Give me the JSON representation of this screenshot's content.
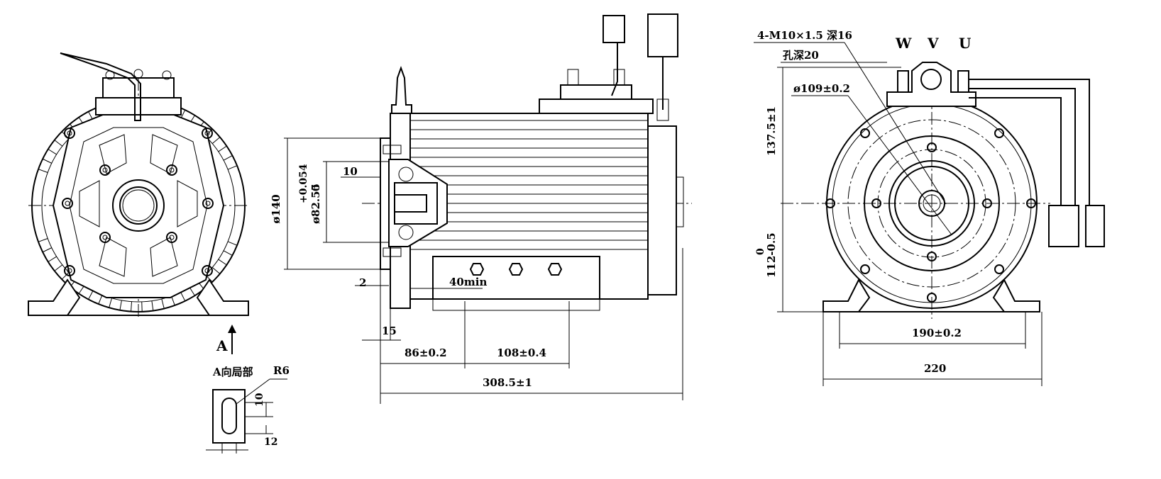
{
  "phase_labels": {
    "w": "W",
    "v": "V",
    "u": "U"
  },
  "view_label": "A",
  "partial_view_label": "A向局部",
  "dimensions": {
    "mount_holes": "4-M10×1.5 深16",
    "hole_depth": "孔深20",
    "bolt_circle": "ø109±0.2",
    "center_height_upper": "137.5±1",
    "center_height_lower_nominal": "112-0.5",
    "center_height_lower_upper_tol": "0",
    "foot_hole_spacing": "190±0.2",
    "foot_width": "220",
    "flange_dia": "ø140",
    "pilot_dia": "ø82.55",
    "pilot_tol_upper": "+0.054",
    "pilot_tol_lower": "0",
    "pilot_depth": "10",
    "flange_offset": "2",
    "clearance": "40min",
    "face_width": "15",
    "foot_offset": "86±0.2",
    "foot_span": "108±0.4",
    "overall_length": "308.5±1",
    "slot_radius": "R6",
    "slot_width": "10",
    "slot_height": "12"
  }
}
